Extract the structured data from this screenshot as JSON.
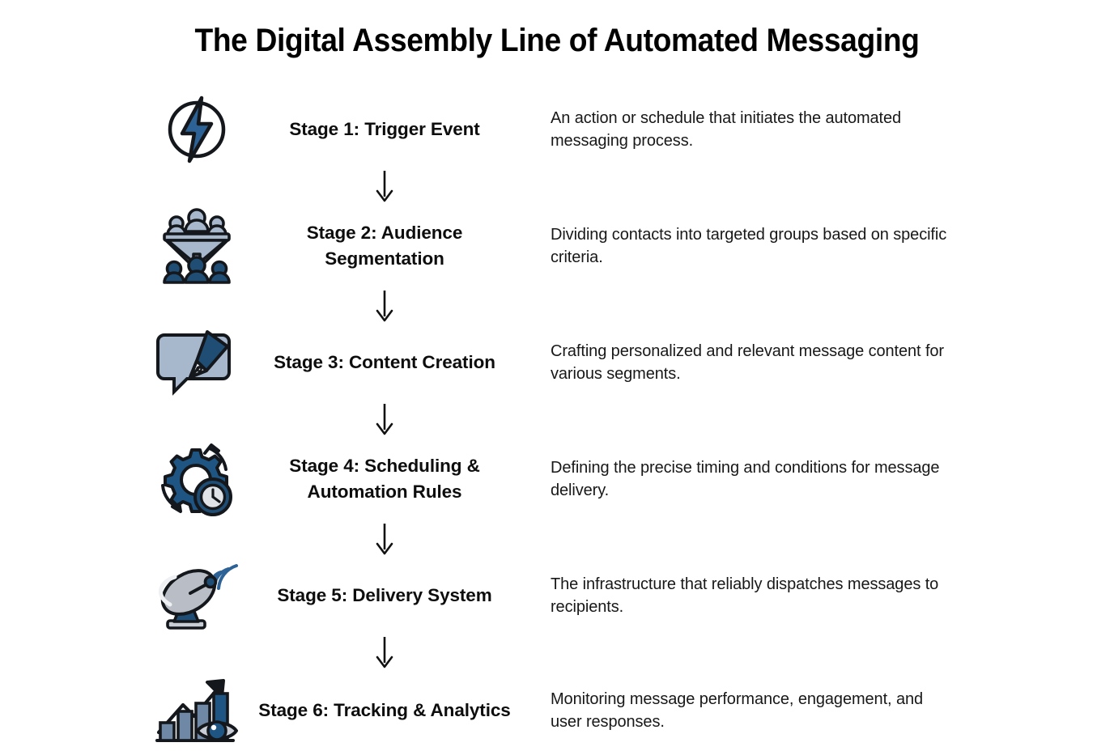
{
  "title": "The Digital Assembly Line of Automated Messaging",
  "colors": {
    "background": "#ffffff",
    "text": "#111111",
    "outline": "#14181c",
    "blue_mid": "#2d6296",
    "blue_dark": "#1f4d74",
    "blue_light": "#a7b8cc",
    "gray_light": "#c9ced6",
    "white": "#ffffff"
  },
  "connector": {
    "glyph": "down-arrow",
    "color": "#111111"
  },
  "stages": [
    {
      "icon": "lightning-bolt-circle-icon",
      "label": "Stage 1: Trigger Event",
      "description": "An action or schedule that initiates the automated messaging process."
    },
    {
      "icon": "audience-funnel-icon",
      "label": "Stage 2: Audience Segmentation",
      "description": "Dividing contacts into targeted groups based on specific criteria."
    },
    {
      "icon": "speech-bubble-pen-icon",
      "label": "Stage 3: Content Creation",
      "description": "Crafting personalized and relevant message content for various segments."
    },
    {
      "icon": "gear-clock-icon",
      "label": "Stage 4: Scheduling & Automation Rules",
      "description": "Defining the precise timing and conditions for message delivery."
    },
    {
      "icon": "satellite-dish-icon",
      "label": "Stage 5: Delivery System",
      "description": "The infrastructure that reliably dispatches messages to recipients."
    },
    {
      "icon": "bar-chart-eye-icon",
      "label": "Stage 6: Tracking & Analytics",
      "description": "Monitoring message performance, engagement, and user responses."
    }
  ]
}
